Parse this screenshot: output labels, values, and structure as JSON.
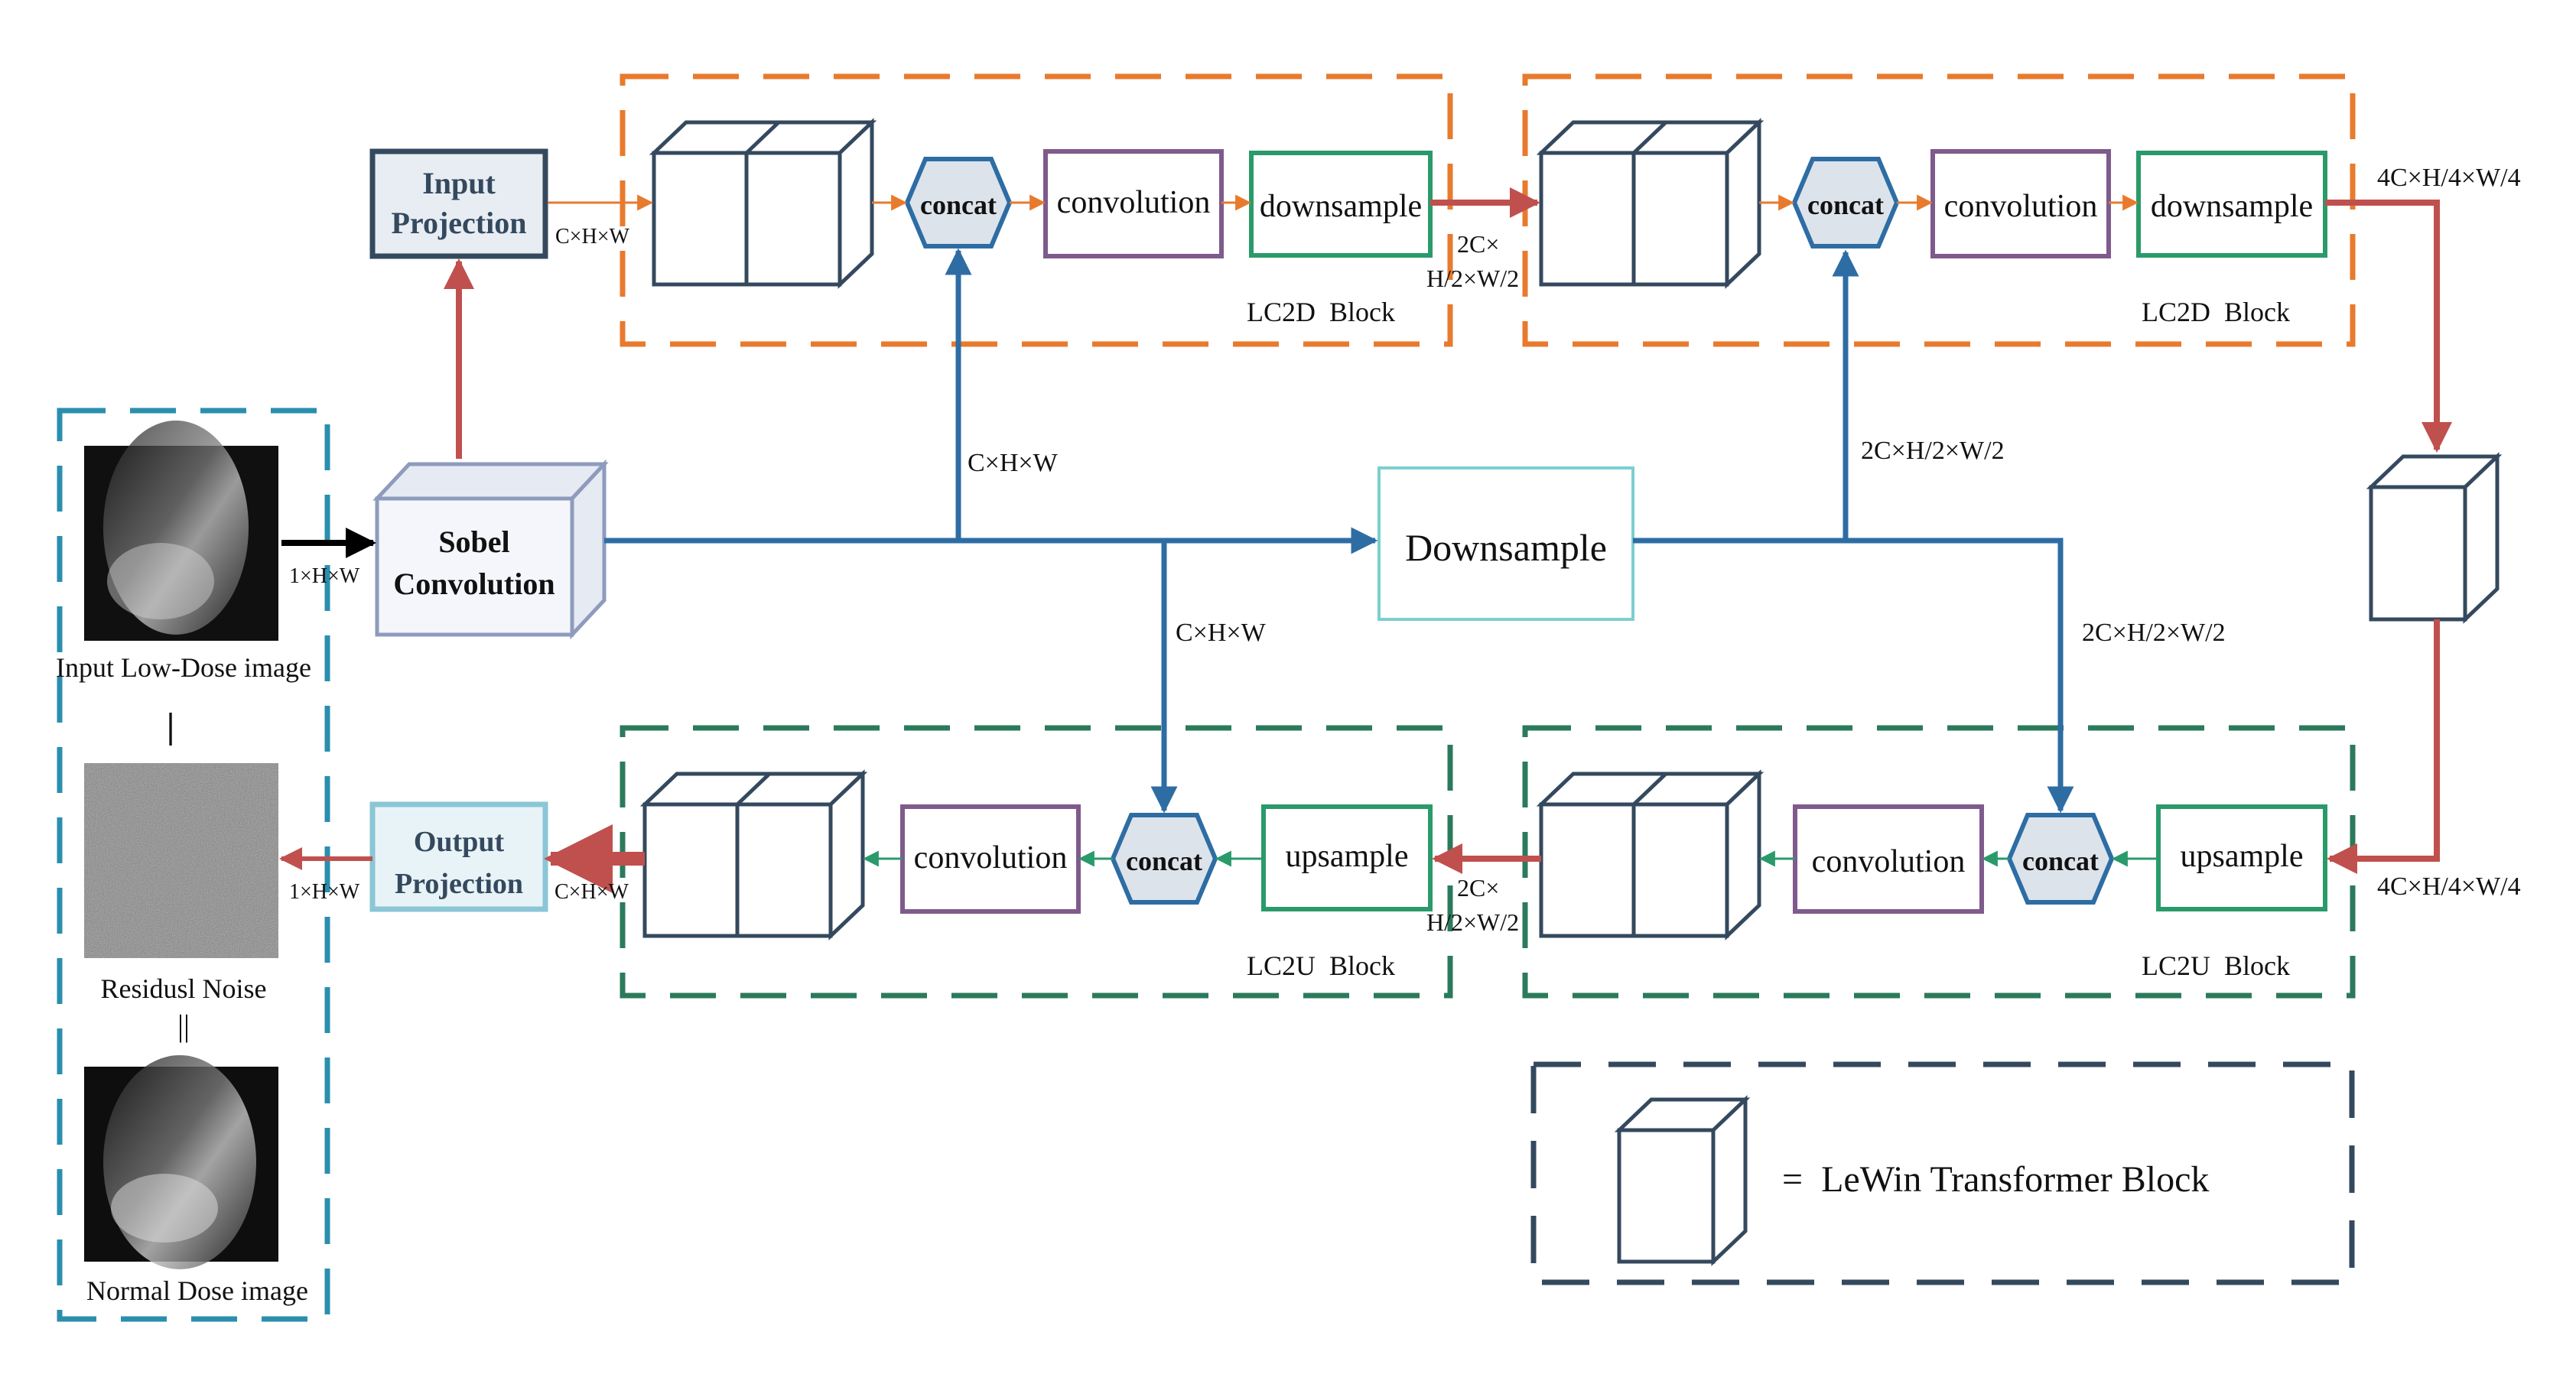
{
  "images": {
    "input_caption": "Input Low-Dose image",
    "separator_minus": "|",
    "residual_caption": "Residusl Noise",
    "separator_equal": "||",
    "normal_caption": "Normal Dose image"
  },
  "blocks": {
    "input_projection": [
      "Input",
      "Projection"
    ],
    "output_projection": [
      "Output",
      "Projection"
    ],
    "sobel": [
      "Sobel",
      "Convolution"
    ],
    "downsample_center": "Downsample",
    "concat": "concat",
    "convolution": "convolution",
    "downsample": "downsample",
    "upsample": "upsample"
  },
  "groups": {
    "encoder_1": "LC2D  Block",
    "encoder_2": "LC2D  Block",
    "decoder_2": "LC2U  Block",
    "decoder_1": "LC2U  Block"
  },
  "dims": {
    "sobel_in": "1×H×W",
    "proj_out": "C×H×W",
    "enc1_to_enc2": [
      "2C×",
      "H/2×W/2"
    ],
    "enc2_out": "4C×H/4×W/4",
    "skip_enc1": "C×H×W",
    "skip_enc2": "2C×H/2×W/2",
    "skip_dec1": "C×H×W",
    "skip_dec2": "2C×H/2×W/2",
    "dec2_in": "4C×H/4×W/4",
    "dec2_to_dec1": [
      "2C×",
      "H/2×W/2"
    ],
    "output_in": "C×H×W",
    "output_out": "1×H×W"
  },
  "legend": {
    "text": "=  LeWin Transformer Block"
  },
  "colors": {
    "orange": "#e87a2e",
    "green": "#2b7a5b",
    "purple": "#7f5a8c",
    "blue": "#2e6da4",
    "teal": "#2a8fae",
    "red": "#c0504d",
    "navy": "#34495e",
    "slate": "#8e9bbd",
    "cyan": "#7ccfcf"
  }
}
